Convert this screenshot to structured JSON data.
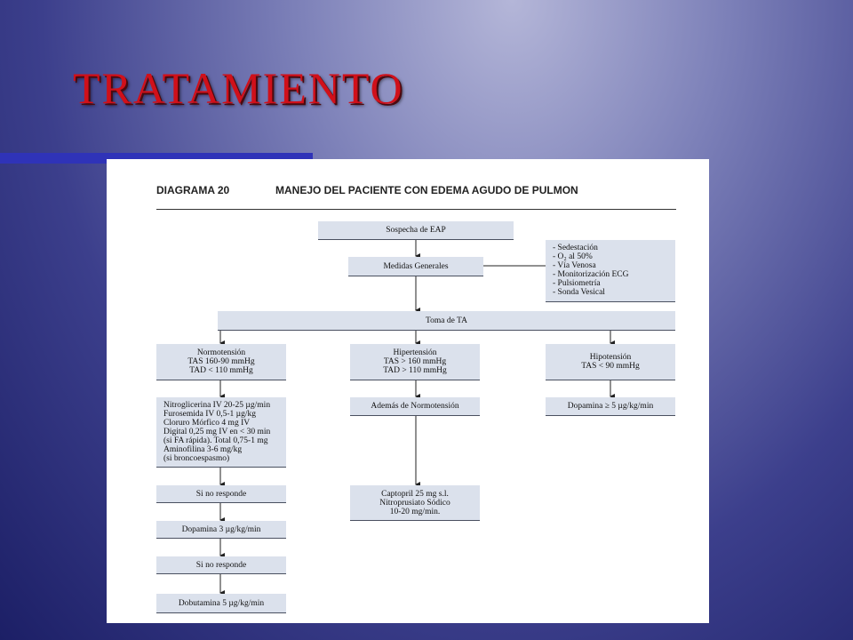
{
  "slide": {
    "title": "TRATAMIENTO"
  },
  "diagram": {
    "number": "DIAGRAMA 20",
    "heading": "MANEJO DEL PACIENTE CON EDEMA AGUDO DE PULMON",
    "nodes": {
      "suspect": "Sospecha de EAP",
      "general": "Medidas Generales",
      "general_list": "- Sedestación\n- O₂ al 50%\n- Vía Venosa\n- Monitorización ECG\n- Pulsiometría\n- Sonda Vesical",
      "bp": "Toma de TA",
      "normo": "Normotensión\nTAS 160-90 mmHg\nTAD < 110 mmHg",
      "hyper": "Hipertensión\nTAS > 160 mmHg\nTAD > 110 mmHg",
      "hypo": "Hipotensión\nTAS < 90 mmHg",
      "normo_tx": "Nitroglicerina IV 20-25 µg/min\nFurosemida IV 0,5-1 µg/kg\nCloruro Mórfico 4 mg IV\nDigital 0,25 mg IV en < 30 min\n(si FA rápida). Total 0,75-1 mg\nAminofilina 3-6 mg/kg\n(si broncoespasmo)",
      "hyper_tx1": "Además de Normotensión",
      "hypo_tx": "Dopamina ≥ 5 µg/kg/min",
      "no_resp1": "Si no responde",
      "dopa3": "Dopamina 3 µg/kg/min",
      "no_resp2": "Si no responde",
      "dobu": "Dobutamina 5 µg/kg/min",
      "hyper_tx2": "Captopril 25 mg s.l.\nNitroprusiato Sódico\n10-20 mg/min."
    }
  }
}
